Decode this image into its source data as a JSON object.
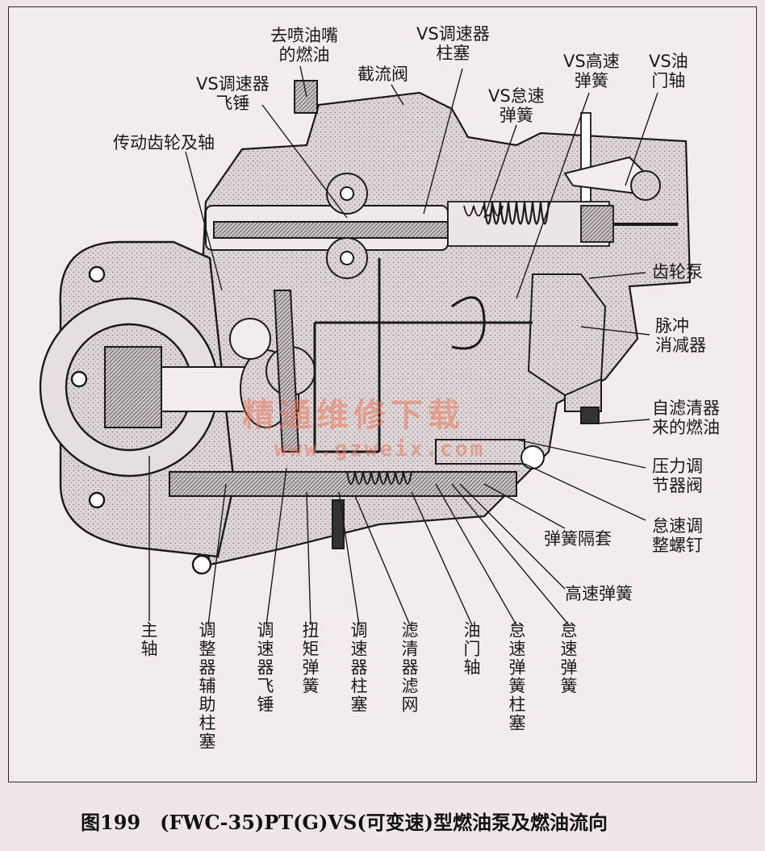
{
  "caption": "图199　(FWC-35)PT(G)VS(可变速)型燃油泵及燃油流向",
  "watermark": {
    "cn": "精通维修下载",
    "url": "www.gzweix.com"
  },
  "labels": {
    "to_injector_fuel": "去喷油嘴\n的燃油",
    "vs_governor_plunger": "VS调速器\n柱塞",
    "vs_governor_flyweight": "VS调速器\n飞锤",
    "throttle_valve": "截流阀",
    "vs_idle_spring": "VS怠速\n弹簧",
    "vs_high_speed_spring": "VS高速\n弹簧",
    "vs_throttle_shaft": "VS油\n门轴",
    "drive_gear_shaft": "传动齿轮及轴",
    "gear_pump": "齿轮泵",
    "pulse_damper": "脉冲\n消减器",
    "fuel_from_filter": "自滤清器\n来的燃油",
    "pressure_regulator_valve": "压力调\n节器阀",
    "idle_adjust_screw": "怠速调\n整螺钉",
    "spring_spacer": "弹簧隔套",
    "high_speed_spring": "高速弹簧",
    "main_shaft": "主轴",
    "governor_aux_plunger": "调整器辅助柱塞",
    "governor_flyweight": "调速器飞锤",
    "torque_spring": "扭矩弹簧",
    "governor_plunger": "调速器柱塞",
    "filter_screen": "滤清器滤网",
    "throttle_shaft": "油门轴",
    "idle_spring_plunger": "怠速弹簧柱塞",
    "idle_spring": "怠速弹簧"
  },
  "colors": {
    "ink": "#1a1a1a",
    "paper": "#f3eced",
    "shade": "#b9b2b4",
    "watermark": "#eb785a"
  }
}
